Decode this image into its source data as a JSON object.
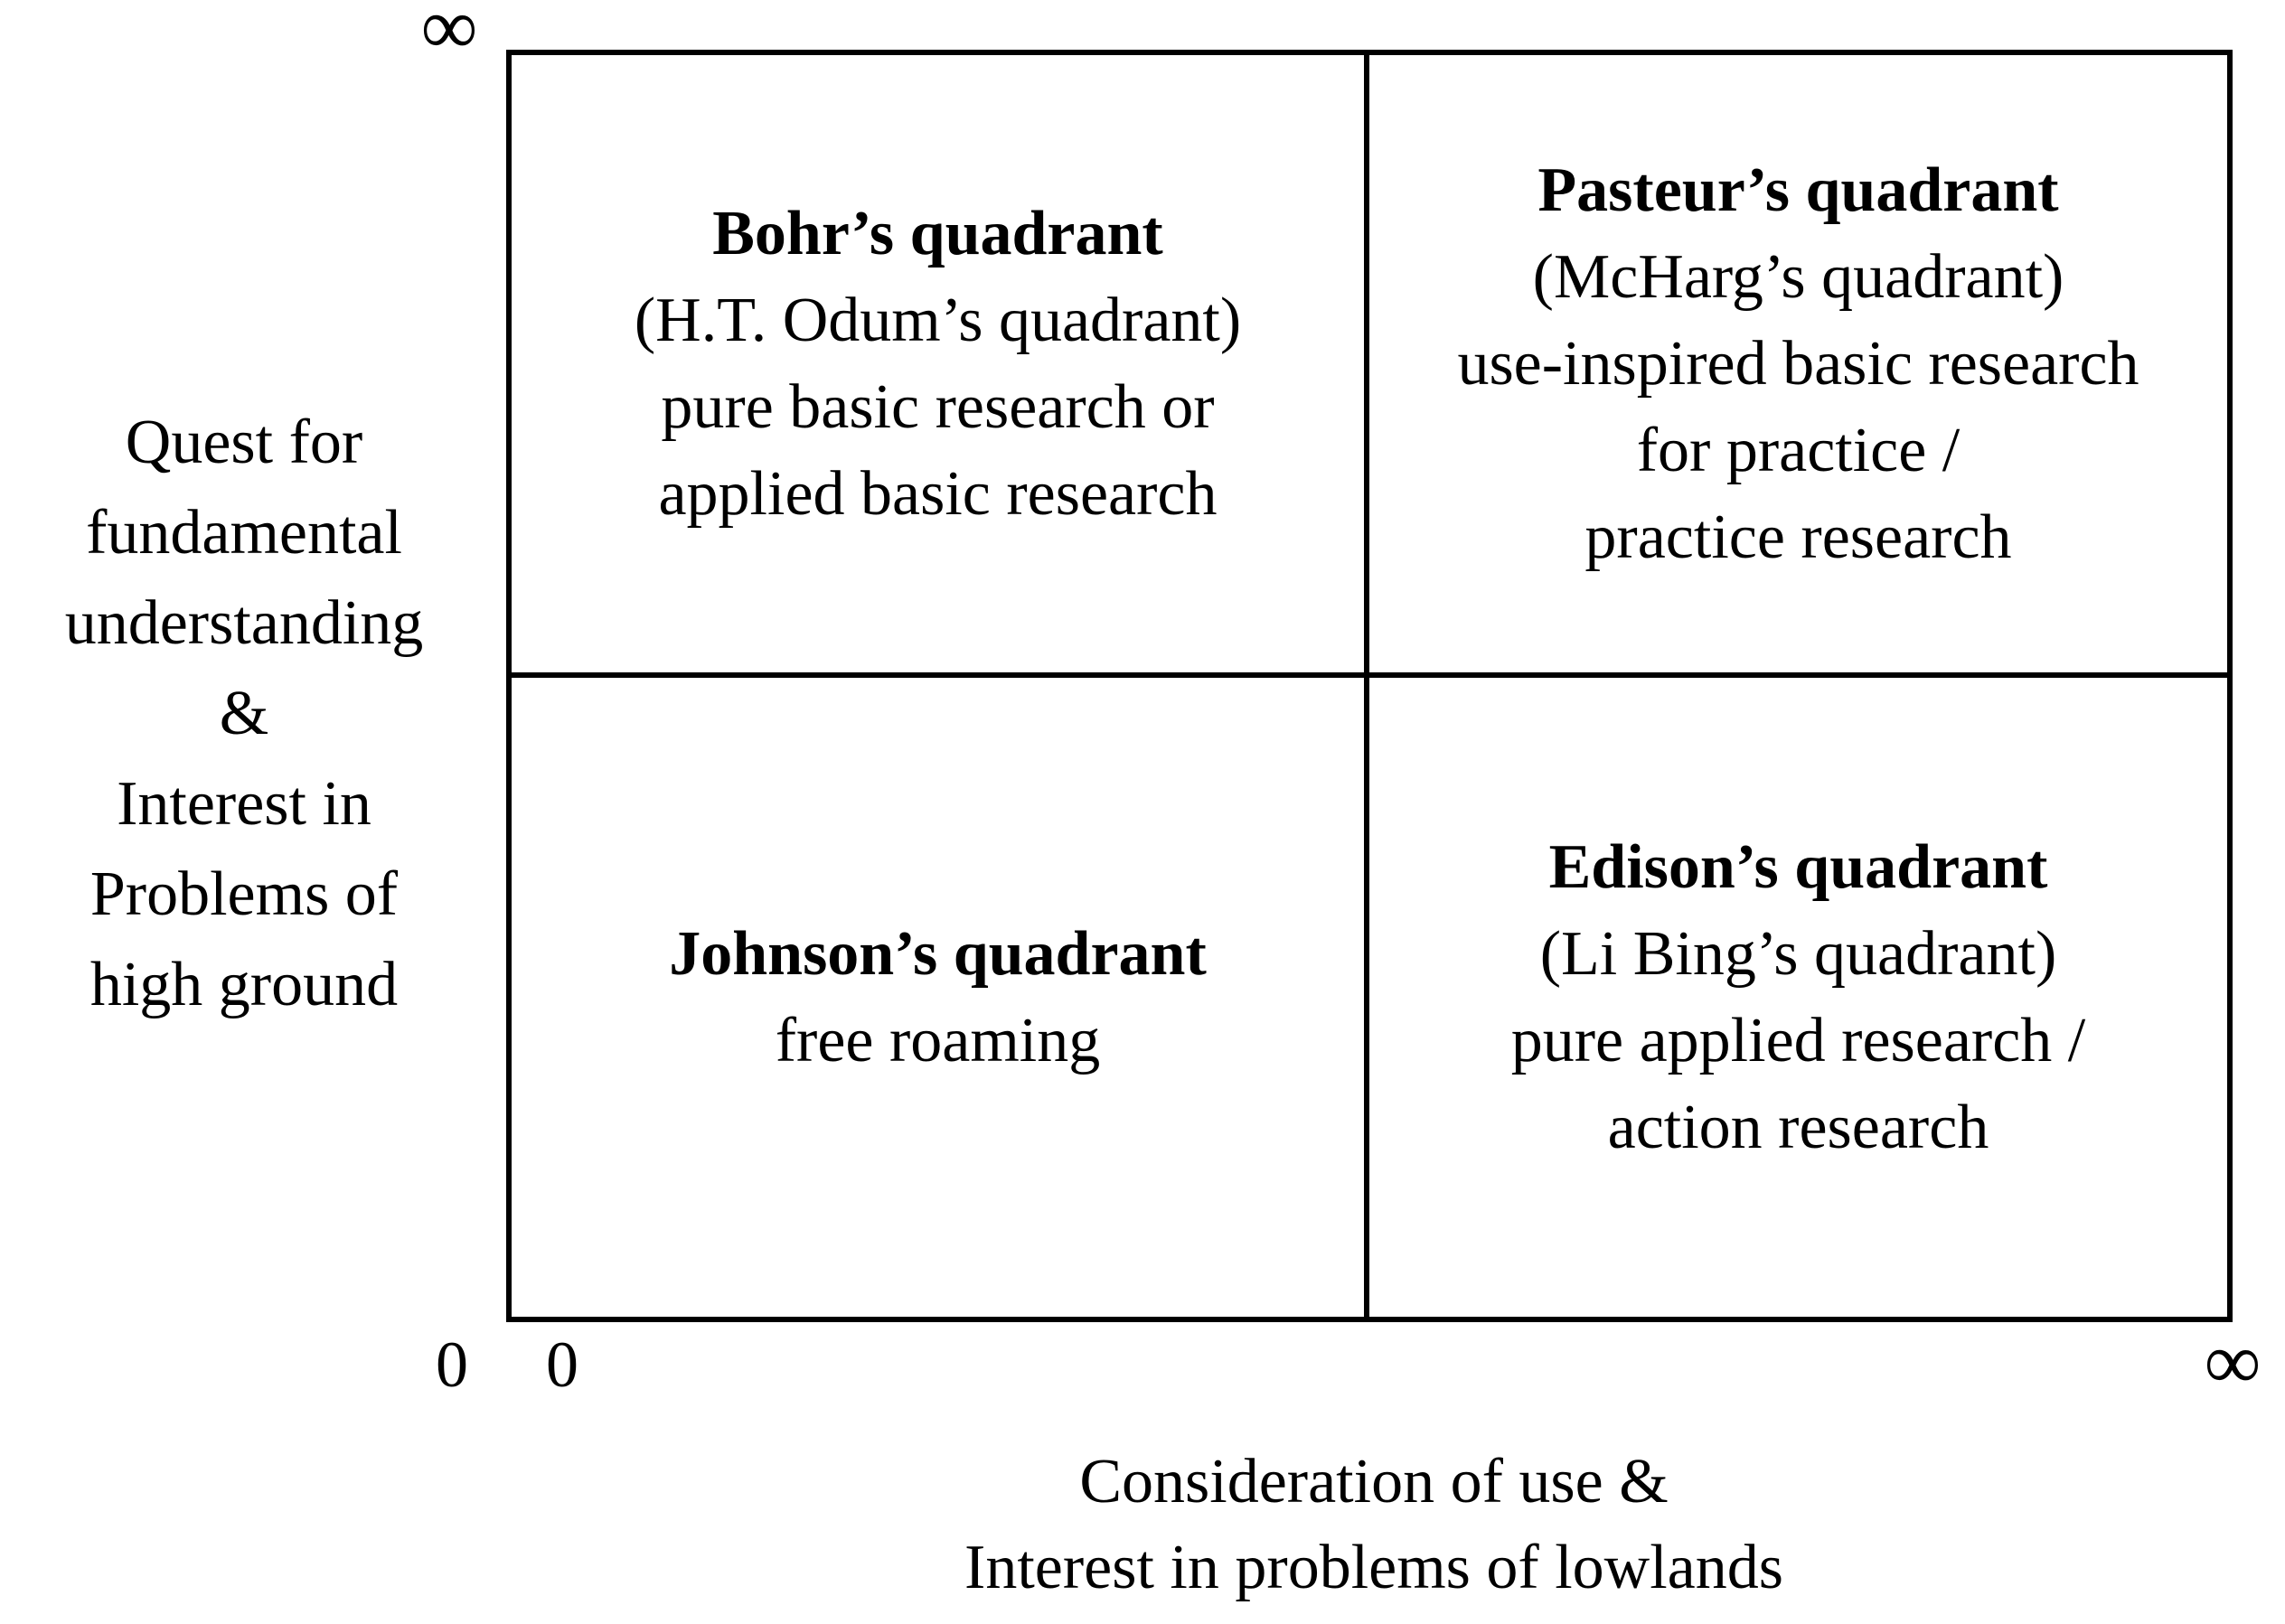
{
  "figure": {
    "background_color": "#ffffff",
    "line_color": "#000000",
    "text_color": "#000000"
  },
  "y_axis": {
    "label_lines": [
      "Quest for",
      "fundamental",
      "understanding",
      "&",
      "Interest in",
      "Problems of",
      "high ground"
    ],
    "max_symbol": "∞",
    "origin_label": "0"
  },
  "x_axis": {
    "label_lines": [
      "Consideration of use &",
      "Interest in problems of lowlands"
    ],
    "max_symbol": "∞",
    "origin_label": "0"
  },
  "quadrants": {
    "top_left": {
      "title": "Bohr’s quadrant",
      "lines": [
        "(H.T. Odum’s quadrant)",
        "pure basic research or",
        "applied basic research"
      ]
    },
    "top_right": {
      "title": "Pasteur’s quadrant",
      "lines": [
        "(McHarg’s quadrant)",
        "use-inspired basic research",
        "for practice /",
        "practice research"
      ]
    },
    "bottom_left": {
      "title": "Johnson’s quadrant",
      "lines": [
        "free roaming"
      ]
    },
    "bottom_right": {
      "title": "Edison’s quadrant",
      "lines": [
        "(Li Bing’s quadrant)",
        "pure applied research /",
        "action research"
      ]
    }
  }
}
